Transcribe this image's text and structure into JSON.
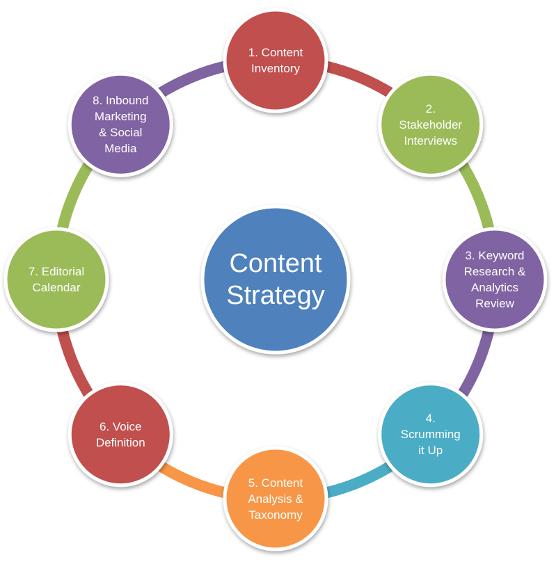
{
  "center": {
    "lines": [
      "Content",
      "Strategy"
    ],
    "color": "#4F81BD"
  },
  "steps": [
    {
      "lines": [
        "1. Content",
        "Inventory"
      ],
      "color": "#C0504D"
    },
    {
      "lines": [
        "2.",
        "Stakeholder",
        "Interviews"
      ],
      "color": "#9BBB59"
    },
    {
      "lines": [
        "3. Keyword",
        "Research &",
        "Analytics",
        "Review"
      ],
      "color": "#8064A2"
    },
    {
      "lines": [
        "4.",
        "Scrumming",
        "it Up"
      ],
      "color": "#4BACC6"
    },
    {
      "lines": [
        "5. Content",
        "Analysis &",
        "Taxonomy"
      ],
      "color": "#F79646"
    },
    {
      "lines": [
        "6. Voice",
        "Definition"
      ],
      "color": "#C0504D"
    },
    {
      "lines": [
        "7. Editorial",
        "Calendar"
      ],
      "color": "#9BBB59"
    },
    {
      "lines": [
        "8. Inbound",
        "Marketing",
        "& Social",
        "Media"
      ],
      "color": "#8064A2"
    }
  ]
}
